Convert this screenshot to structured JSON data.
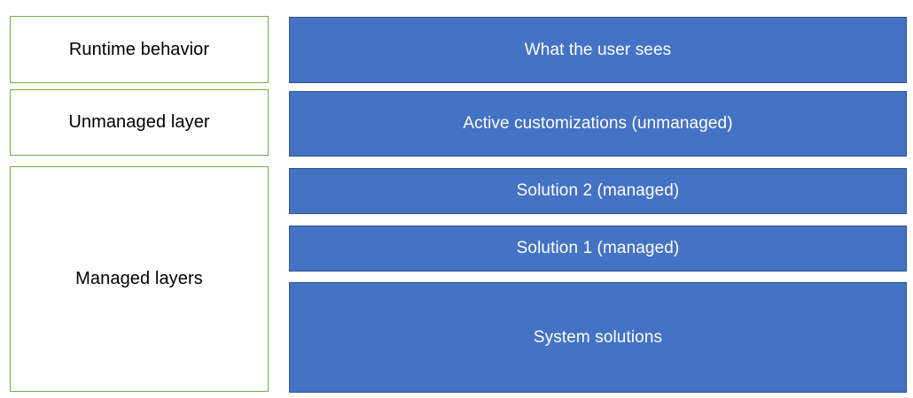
{
  "diagram": {
    "description": "Solution layering diagram",
    "left_column": {
      "items": [
        {
          "label": "Runtime behavior"
        },
        {
          "label": "Unmanaged layer"
        },
        {
          "label": "Managed layers"
        }
      ]
    },
    "right_column": {
      "items": [
        {
          "label": "What the user sees"
        },
        {
          "label": "Active customizations (unmanaged)"
        },
        {
          "label": "Solution 2 (managed)"
        },
        {
          "label": "Solution 1 (managed)"
        },
        {
          "label": "System solutions"
        }
      ]
    },
    "colors": {
      "background": "#ffffff",
      "green_border": "#70AD47",
      "blue_fill": "#4472C4",
      "blue_border": "#2F528F",
      "left_text": "#000000",
      "right_text": "#ffffff"
    }
  }
}
